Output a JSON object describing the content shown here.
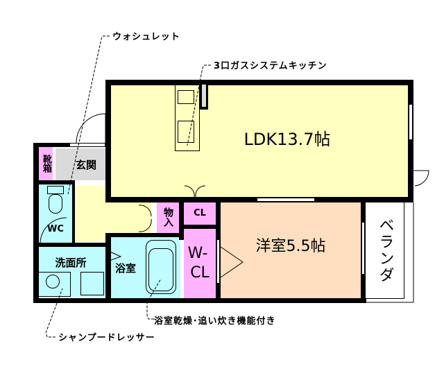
{
  "plan": {
    "rooms": {
      "ldk": {
        "label": "LDK13.7帖",
        "color": "#ffffc0"
      },
      "western_room": {
        "label": "洋室5.5帖",
        "color": "#ffdfbf"
      },
      "veranda": {
        "label": "ベランダ",
        "color": "#ffffff"
      },
      "entrance": {
        "label": "玄関",
        "color": "#dadada"
      },
      "shoe_box": {
        "label": "靴箱",
        "color": "#ffb3ff"
      },
      "wc": {
        "label": "WC",
        "color": "#bffcff"
      },
      "washroom": {
        "label": "洗面所",
        "color": "#bffcff"
      },
      "bathroom": {
        "label": "浴室",
        "color": "#bffcff"
      },
      "storage": {
        "label": "物入",
        "color": "#ffb3ff"
      },
      "closet": {
        "label": "CL",
        "color": "#ffb3ff"
      },
      "walk_in_closet": {
        "label": "W-\nCL",
        "label_line1": "W-",
        "label_line2": "CL",
        "color": "#ffb3ff"
      },
      "hall": {
        "label": "",
        "color": "#ffffc0"
      }
    },
    "callouts": {
      "washlet": "ウォシュレット",
      "kitchen": "3口ガスシステムキッチン",
      "bath_feature": "浴室乾燥･追い炊き機能付き",
      "shampoo_dresser": "シャンプードレッサー"
    },
    "colors": {
      "wall": "#000000",
      "ldk": "#ffffc0",
      "western": "#ffdfbf",
      "wet_area": "#bffcff",
      "storage": "#ffb3ff",
      "entrance": "#dadada"
    }
  }
}
